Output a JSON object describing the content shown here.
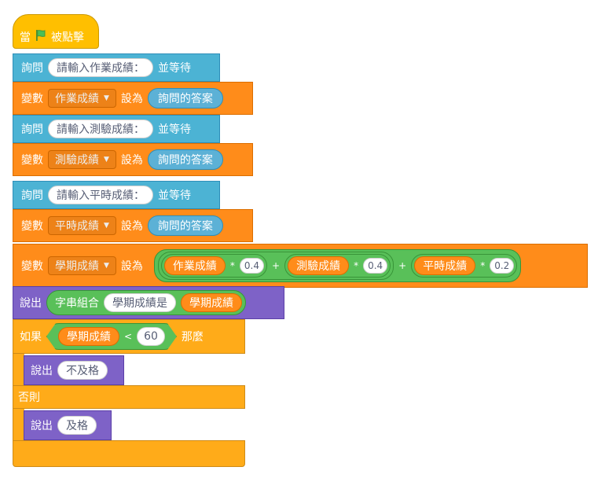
{
  "hat": {
    "label_before": "當",
    "flag_icon": "green-flag-icon",
    "label_after": "被點擊"
  },
  "ask1": {
    "label": "詢問",
    "prompt": "請輸入作業成績：",
    "suffix": "並等待"
  },
  "set1": {
    "label": "變數",
    "var": "作業成績",
    "to": "設為",
    "value": "詢問的答案"
  },
  "ask2": {
    "label": "詢問",
    "prompt": "請輸入測驗成績：",
    "suffix": "並等待"
  },
  "set2": {
    "label": "變數",
    "var": "測驗成績",
    "to": "設為",
    "value": "詢問的答案"
  },
  "ask3": {
    "label": "詢問",
    "prompt": "請輸入平時成績：",
    "suffix": "並等待"
  },
  "set3": {
    "label": "變數",
    "var": "平時成績",
    "to": "設為",
    "value": "詢問的答案"
  },
  "set4": {
    "label": "變數",
    "var": "學期成績",
    "to": "設為",
    "expr": {
      "v1": "作業成績",
      "op1": "*",
      "w1": "0.4",
      "plus1": "+",
      "v2": "測驗成績",
      "op2": "*",
      "w2": "0.4",
      "plus2": "+",
      "v3": "平時成績",
      "op3": "*",
      "w3": "0.2"
    }
  },
  "say1": {
    "label": "說出",
    "join": "字串組合",
    "text": "學期成績是",
    "var": "學期成績"
  },
  "if": {
    "label": "如果",
    "var": "學期成績",
    "op": "<",
    "value": "60",
    "then": "那麼"
  },
  "say_fail": {
    "label": "說出",
    "text": "不及格"
  },
  "else": {
    "label": "否則"
  },
  "say_pass": {
    "label": "說出",
    "text": "及格"
  },
  "colors": {
    "event": "#ffbf00",
    "sensing": "#4cb3d4",
    "variables": "#ff8c1a",
    "operators": "#59c059",
    "looks": "#7e62c7",
    "control": "#ffab19"
  }
}
